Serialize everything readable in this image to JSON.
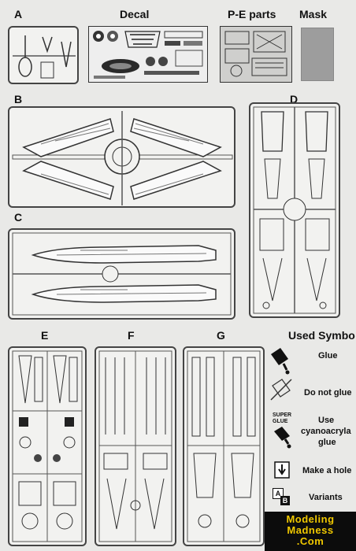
{
  "sprue_labels": {
    "a": "A",
    "decal": "Decal",
    "pe_parts": "P-E parts",
    "mask": "Mask",
    "b": "B",
    "c": "C",
    "d": "D",
    "e": "E",
    "f": "F",
    "g": "G"
  },
  "symbols": {
    "title": "Used Symbo",
    "glue": "Glue",
    "do_not_glue": "Do not glue",
    "super_glue_badge": "SUPER GLUE",
    "use_cyano_line1": "Use",
    "use_cyano_line2": "cyanoacryla",
    "use_cyano_line3": "glue",
    "make_hole": "Make a hole",
    "variants": "Variants",
    "variant_a": "A",
    "variant_b": "B"
  },
  "watermark": {
    "line1": "Modeling",
    "line2": "Madness",
    "line3": ".Com"
  }
}
